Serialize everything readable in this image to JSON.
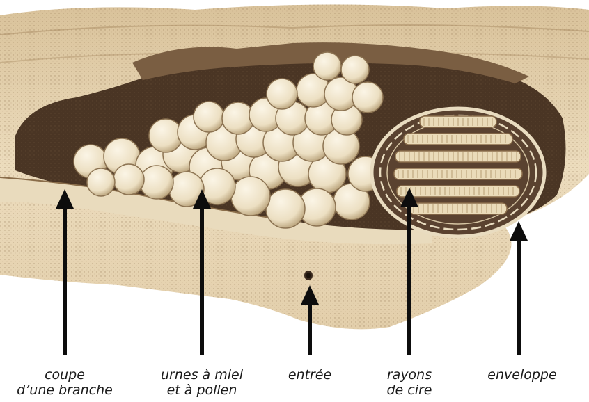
{
  "colors": {
    "paper": "#ffffff",
    "wood": "#e8d6b6",
    "wood_dark": "#6b5238",
    "cavity": "#3a2a1e",
    "urn": "#f1e6cf",
    "urn_shade": "#c9b48e",
    "comb": "#e6d4b0",
    "arrow": "#0d0d0d"
  },
  "labels": [
    {
      "id": "coupe",
      "line1": "coupe",
      "line2": "d’une branche"
    },
    {
      "id": "urnes",
      "line1": "urnes à miel",
      "line2": "et à pollen"
    },
    {
      "id": "entree",
      "line1": "entrée",
      "line2": ""
    },
    {
      "id": "rayons",
      "line1": "rayons",
      "line2": "de cire"
    },
    {
      "id": "enveloppe",
      "line1": "enveloppe",
      "line2": ""
    }
  ]
}
